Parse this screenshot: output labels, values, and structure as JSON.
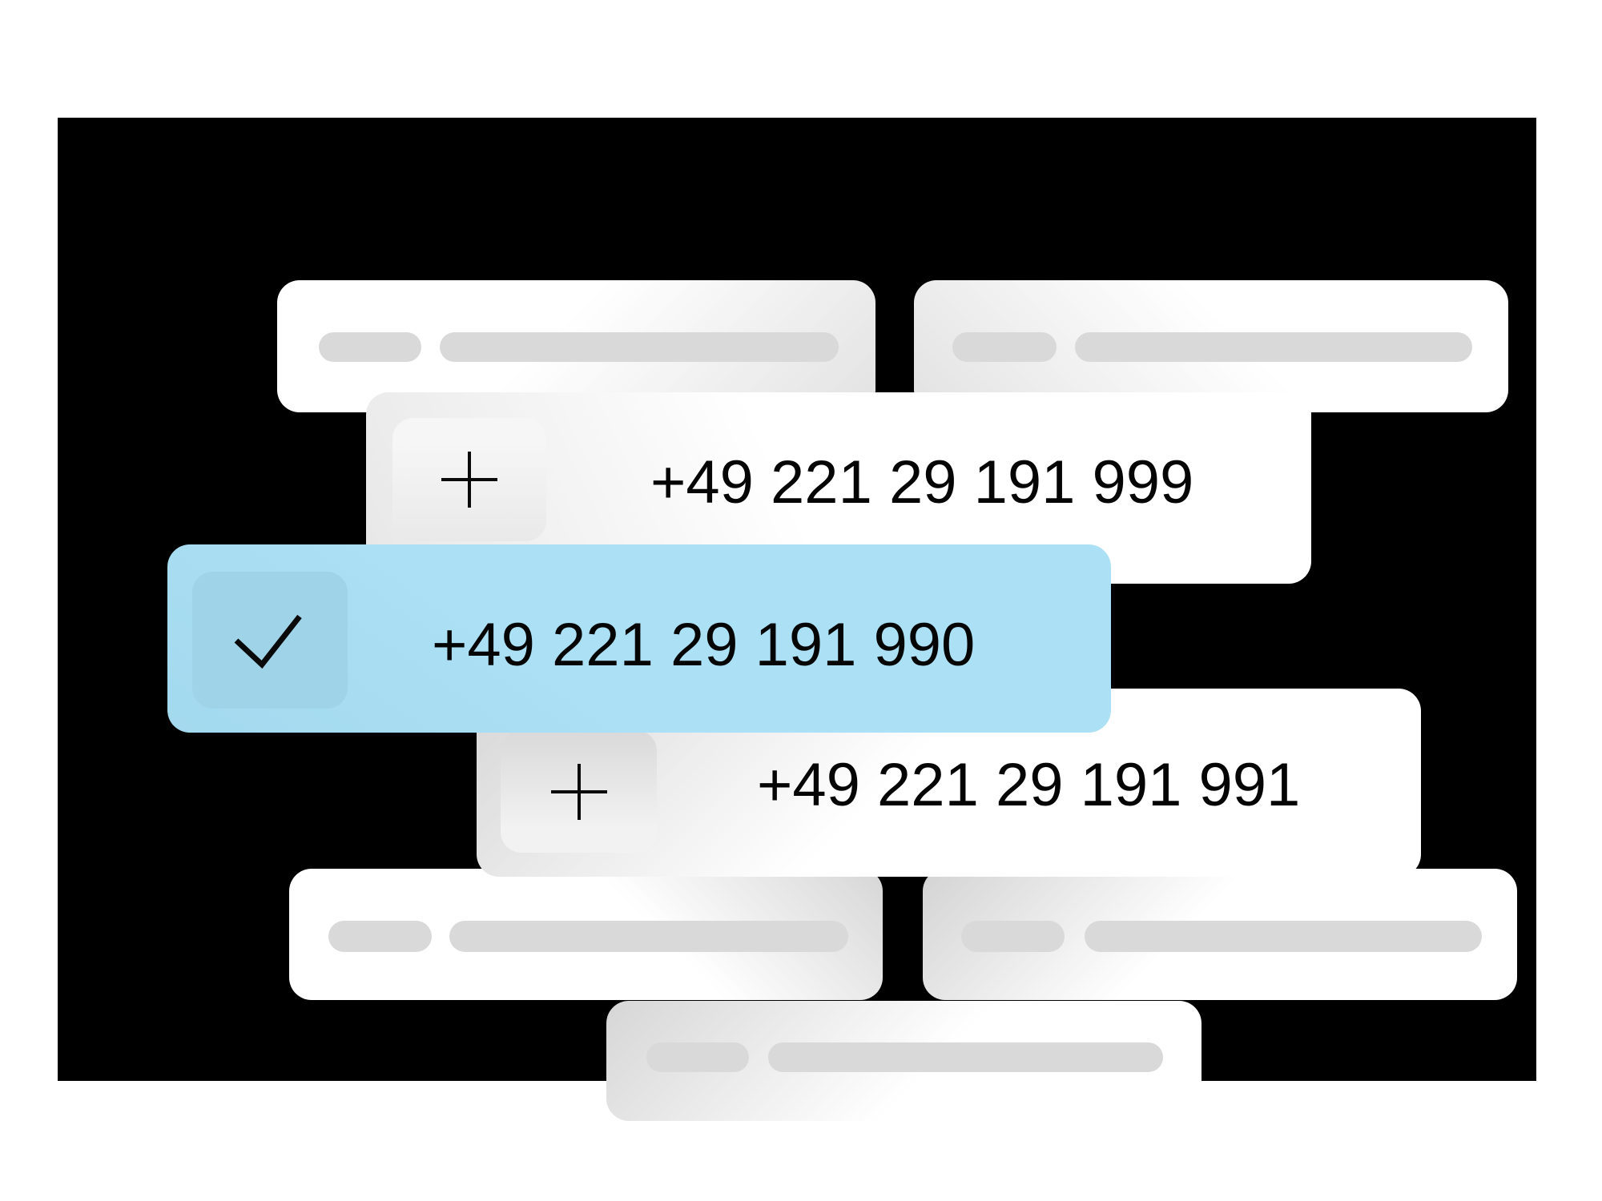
{
  "panel": {
    "description": "phone number selection illustration",
    "bg_color": "#000000"
  },
  "colors": {
    "card_white": "#ffffff",
    "pill_gray": "#d9d9d9",
    "selected_blue": "#ace0f4",
    "checkbox_blue": "#9fd3e8",
    "text_black": "#050505"
  },
  "phone_options": {
    "first": {
      "label": "+49 221 29 191 999",
      "icon": "plus-icon",
      "selected": false
    },
    "second": {
      "label": "+49 221 29 191 990",
      "icon": "check-icon",
      "selected": true
    },
    "third": {
      "label": "+49 221 29 191 991",
      "icon": "plus-icon",
      "selected": false
    }
  },
  "placeholder_rows": {
    "count": 5
  }
}
